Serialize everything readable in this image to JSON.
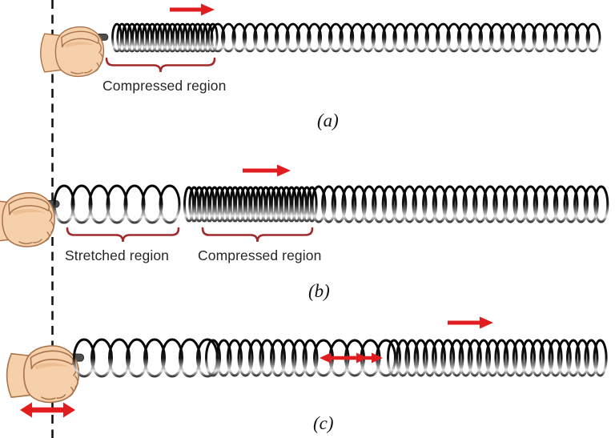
{
  "panels": {
    "a": {
      "letter": "(a)",
      "compressed_label": "Compressed region"
    },
    "b": {
      "letter": "(b)",
      "stretched_label": "Stretched region",
      "compressed_label": "Compressed region"
    },
    "c": {
      "letter": "(c)"
    }
  },
  "colors": {
    "arrow_red": "#e11d1f",
    "brace_red": "#a02a2c",
    "spring_dark": "#141414",
    "skin": "#f6d0aa",
    "skin_shadow": "#e9b487",
    "skin_outline": "#a8734b",
    "rod_gray": "#4f4f4f",
    "dash_black": "#141414",
    "label_text": "#262626"
  }
}
